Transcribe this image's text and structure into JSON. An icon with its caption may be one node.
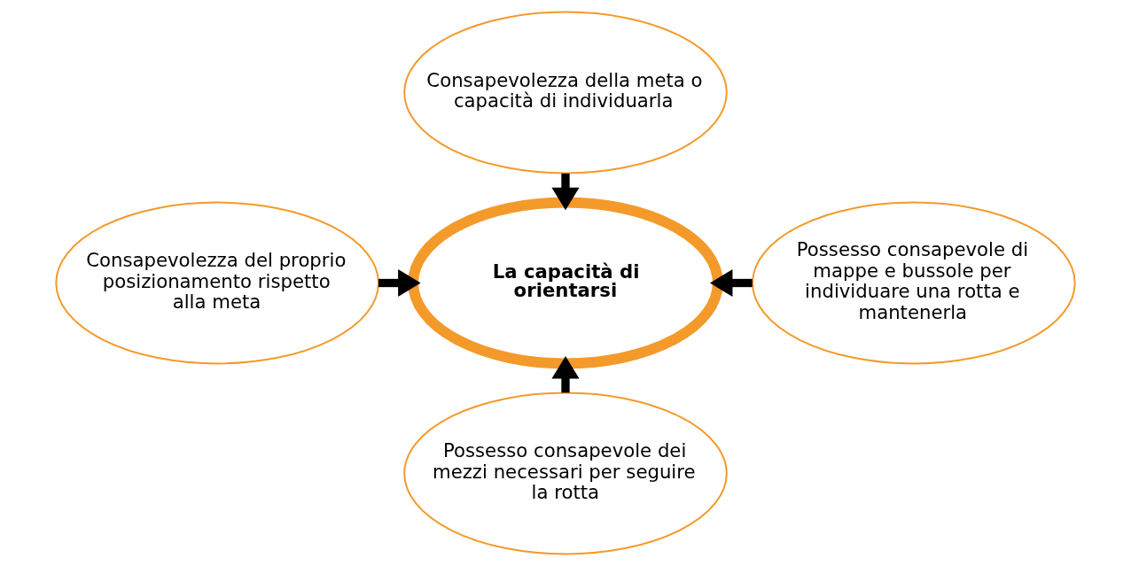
{
  "diagram": {
    "nodes": [
      {
        "text": [
          "Consapevolezza della meta o capacità di individuarla"
        ]
      },
      {
        "text": [
          "Consapevolezza del proprio posizionamento rispetto alla meta"
        ]
      },
      {
        "text": [
          "La capacità di orientarsi"
        ]
      },
      {
        "text": [
          "Possesso consapevole di mappe e bussole per individuare una rotta e mantenerla"
        ]
      },
      {
        "text": [
          "Possesso consapevole dei mezzi necessari per seguire la rotta"
        ]
      }
    ],
    "edges": [
      {
        "from": 0,
        "to": 2,
        "arrow": "to"
      },
      {
        "from": 1,
        "to": 2,
        "arrow": "to"
      },
      {
        "from": 3,
        "to": 2,
        "arrow": "to"
      },
      {
        "from": 4,
        "to": 2,
        "arrow": "to"
      }
    ]
  }
}
